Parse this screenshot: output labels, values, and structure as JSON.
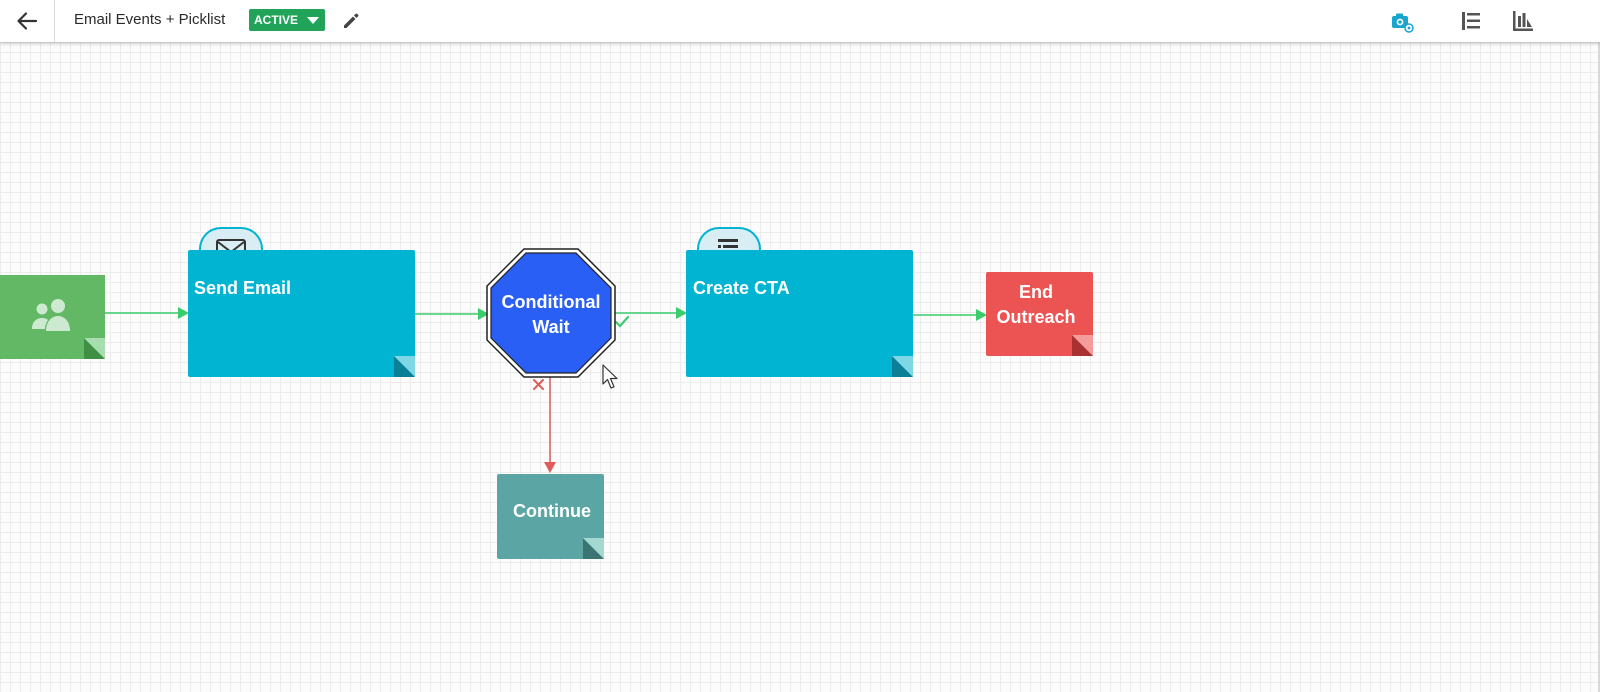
{
  "header": {
    "title": "Email Events + Picklist",
    "status": "ACTIVE"
  },
  "nodes": {
    "send_email": {
      "label": "Send Email"
    },
    "conditional_wait": {
      "label_line1": "Conditional",
      "label_line2": "Wait"
    },
    "create_cta": {
      "label": "Create CTA"
    },
    "end_outreach": {
      "label_line1": "End",
      "label_line2": "Outreach"
    },
    "continue": {
      "label": "Continue"
    }
  },
  "colors": {
    "participant_green": "#62b865",
    "step_cyan": "#00b4d2",
    "conditional_blue": "#2a5ff6",
    "end_red": "#ec5353",
    "continue_teal": "#5ba6a5",
    "yes_path": "#3bcc6b",
    "no_path": "#e05a5a",
    "active_badge": "#21a35a"
  },
  "icons": [
    "back-arrow-icon",
    "pencil-icon",
    "camera-settings-icon",
    "list-icon",
    "report-icon",
    "participants-icon",
    "mail-icon",
    "task-add-icon",
    "check-icon",
    "x-icon"
  ]
}
